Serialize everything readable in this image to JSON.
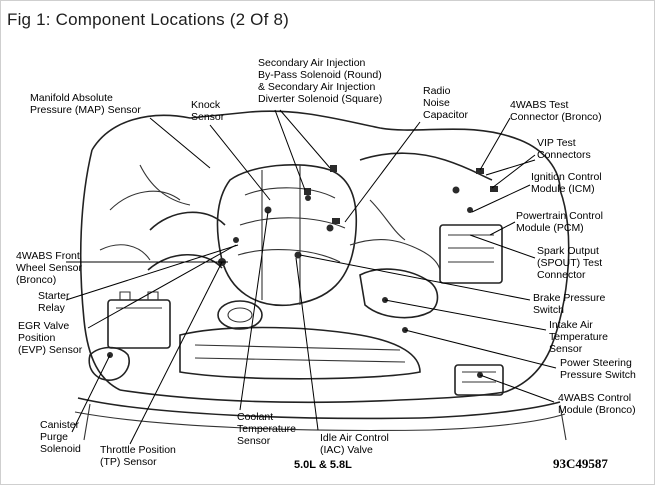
{
  "title": "Fig 1: Component Locations (2 Of 8)",
  "footer_engine": "5.0L & 5.8L",
  "figure_code": "93C49587",
  "labels": [
    {
      "id": "map",
      "lines": [
        "Manifold Absolute",
        "Pressure (MAP) Sensor"
      ]
    },
    {
      "id": "knock",
      "lines": [
        "Knock",
        "Sensor"
      ]
    },
    {
      "id": "sai",
      "lines": [
        "Secondary Air Injection",
        "By-Pass Solenoid (Round)",
        "& Secondary Air Injection",
        "Diverter Solenoid (Square)"
      ]
    },
    {
      "id": "rnc",
      "lines": [
        "Radio",
        "Noise",
        "Capacitor"
      ]
    },
    {
      "id": "abstest",
      "lines": [
        "4WABS Test",
        "Connector (Bronco)"
      ]
    },
    {
      "id": "vip",
      "lines": [
        "VIP Test",
        "Connectors"
      ]
    },
    {
      "id": "icm",
      "lines": [
        "Ignition Control",
        "Module (ICM)"
      ]
    },
    {
      "id": "pcm",
      "lines": [
        "Powertrain Control",
        "Module (PCM)"
      ]
    },
    {
      "id": "spout",
      "lines": [
        "Spark Output",
        "(SPOUT) Test",
        "Connector"
      ]
    },
    {
      "id": "wss",
      "lines": [
        "4WABS Front",
        "Wheel Sensor",
        "(Bronco)"
      ]
    },
    {
      "id": "starter",
      "lines": [
        "Starter",
        "Relay"
      ]
    },
    {
      "id": "evp",
      "lines": [
        "EGR Valve",
        "Position",
        "(EVP) Sensor"
      ]
    },
    {
      "id": "brake",
      "lines": [
        "Brake Pressure",
        "Switch"
      ]
    },
    {
      "id": "iat",
      "lines": [
        "Intake Air",
        "Temperature",
        "Sensor"
      ]
    },
    {
      "id": "ps",
      "lines": [
        "Power Steering",
        "Pressure Switch"
      ]
    },
    {
      "id": "abscm",
      "lines": [
        "4WABS Control",
        "Module (Bronco)"
      ]
    },
    {
      "id": "canister",
      "lines": [
        "Canister",
        "Purge",
        "Solenoid"
      ]
    },
    {
      "id": "coolant",
      "lines": [
        "Coolant",
        "Temperature",
        "Sensor"
      ]
    },
    {
      "id": "iac",
      "lines": [
        "Idle Air Control",
        "(IAC) Valve"
      ]
    },
    {
      "id": "tp",
      "lines": [
        "Throttle Position",
        "(TP) Sensor"
      ]
    }
  ]
}
